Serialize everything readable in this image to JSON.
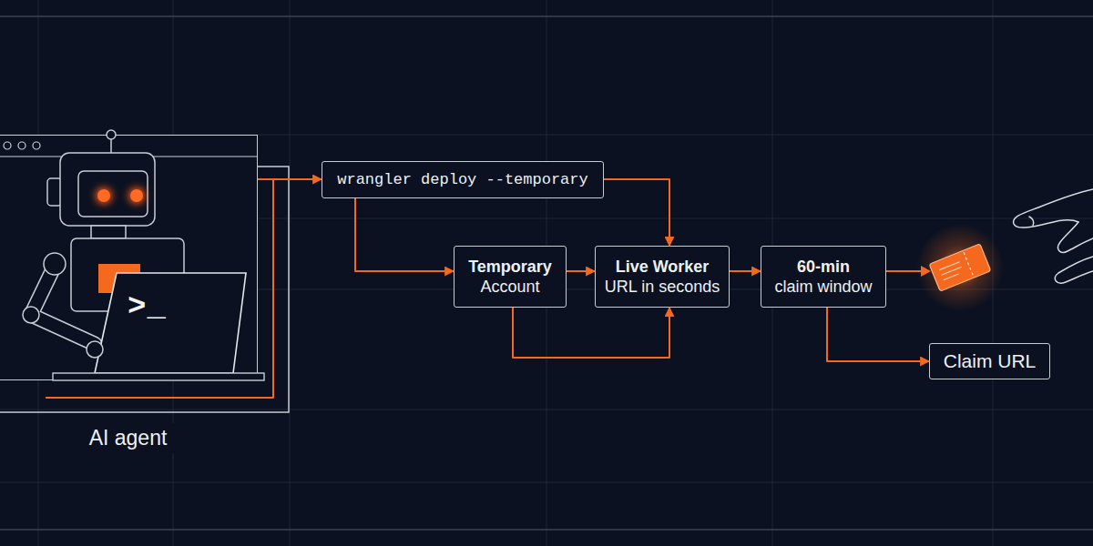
{
  "diagram": {
    "nodes": [
      {
        "text": [
          "AI agent"
        ]
      },
      {
        "text": [
          "wrangler deploy --temporary"
        ]
      },
      {
        "text": [
          "Temporary",
          "Account"
        ]
      },
      {
        "text": [
          "Live Worker",
          "URL in seconds"
        ]
      },
      {
        "text": [
          "60-min",
          "claim window"
        ]
      },
      {
        "text": [
          "Claim URL"
        ]
      }
    ],
    "edges": [
      {
        "from": 0,
        "to": 1,
        "arrow": "to"
      },
      {
        "from": 1,
        "to": 2,
        "arrow": "to"
      },
      {
        "from": 1,
        "to": 3,
        "arrow": "to"
      },
      {
        "from": 2,
        "to": 3,
        "arrow": "to"
      },
      {
        "from": 2,
        "to": 3,
        "arrow": "to"
      },
      {
        "from": 3,
        "to": 4,
        "arrow": "to"
      },
      {
        "from": 4,
        "to": 5,
        "arrow": "to"
      }
    ],
    "labels": [
      ">_"
    ]
  }
}
